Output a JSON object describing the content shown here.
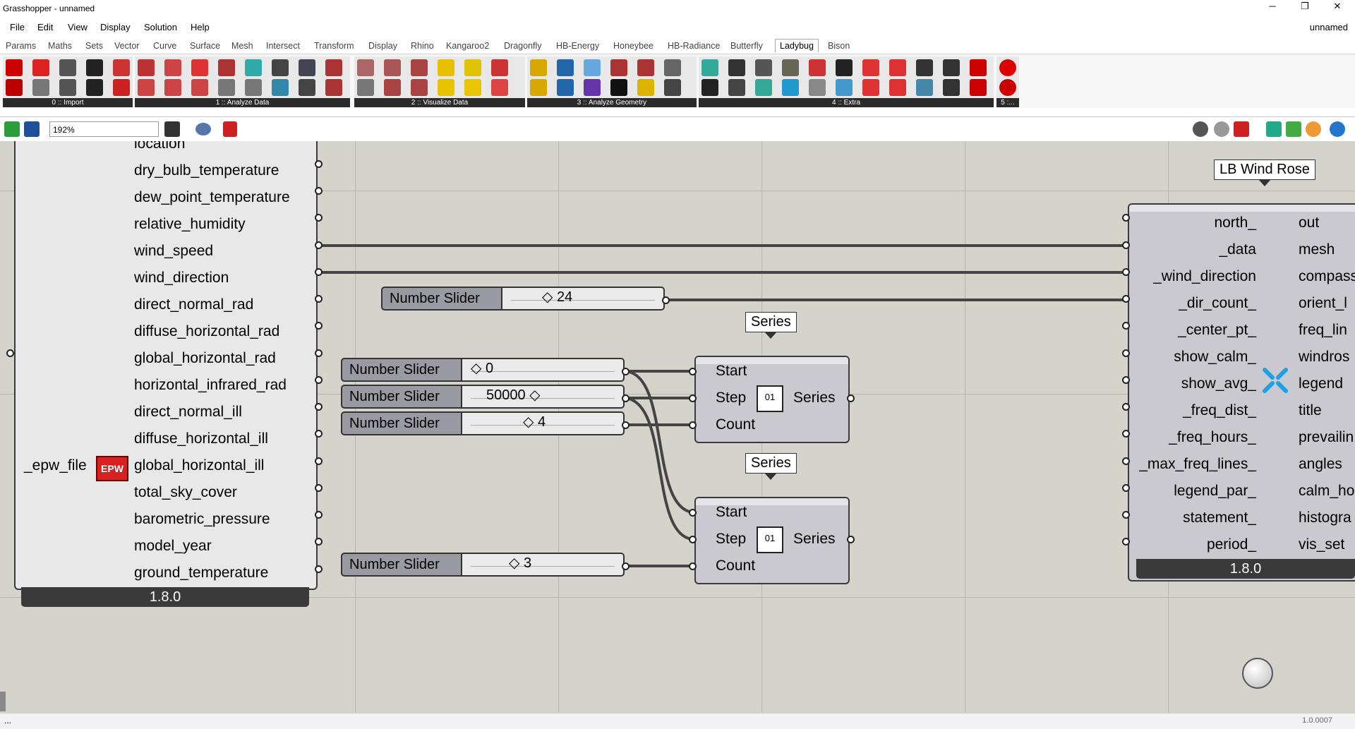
{
  "window": {
    "title": "Grasshopper - unnamed",
    "doc_name": "unnamed",
    "minimize": "─",
    "maximize": "❐",
    "close": "✕"
  },
  "menu": [
    "File",
    "Edit",
    "View",
    "Display",
    "Solution",
    "Help"
  ],
  "tabs": [
    "Params",
    "Maths",
    "Sets",
    "Vector",
    "Curve",
    "Surface",
    "Mesh",
    "Intersect",
    "Transform",
    "Display",
    "Rhino",
    "Kangaroo2",
    "Dragonfly",
    "HB-Energy",
    "Honeybee",
    "HB-Radiance",
    "Butterfly",
    "Ladybug",
    "Bison"
  ],
  "active_tab": "Ladybug",
  "ribbon_groups": [
    "0 :: Import",
    "1 :: Analyze Data",
    "2 :: Visualize Data",
    "3 :: Analyze Geometry",
    "4 :: Extra",
    "5 :..."
  ],
  "zoom": "192%",
  "epw_component": {
    "input": "_epw_file",
    "icon_text": "EPW",
    "outputs": [
      "location",
      "dry_bulb_temperature",
      "dew_point_temperature",
      "relative_humidity",
      "wind_speed",
      "wind_direction",
      "direct_normal_rad",
      "diffuse_horizontal_rad",
      "global_horizontal_rad",
      "horizontal_infrared_rad",
      "direct_normal_ill",
      "diffuse_horizontal_ill",
      "global_horizontal_ill",
      "total_sky_cover",
      "barometric_pressure",
      "model_year",
      "ground_temperature"
    ],
    "version": "1.8.0"
  },
  "sliders": [
    {
      "label": "Number Slider",
      "value": "◇ 24"
    },
    {
      "label": "Number Slider",
      "value": "◇ 0"
    },
    {
      "label": "Number Slider",
      "value": "50000 ◇"
    },
    {
      "label": "Number Slider",
      "value": "◇ 4"
    },
    {
      "label": "Number Slider",
      "value": "◇ 3"
    }
  ],
  "series_components": [
    {
      "caption": "Series",
      "inputs": [
        "Start",
        "Step",
        "Count"
      ],
      "output": "Series"
    },
    {
      "caption": "Series",
      "inputs": [
        "Start",
        "Step",
        "Count"
      ],
      "output": "Series"
    }
  ],
  "wind_rose": {
    "caption": "LB Wind Rose",
    "inputs": [
      "north_",
      "_data",
      "_wind_direction",
      "_dir_count_",
      "_center_pt_",
      "show_calm_",
      "show_avg_",
      "_freq_dist_",
      "_freq_hours_",
      "_max_freq_lines_",
      "legend_par_",
      "statement_",
      "period_"
    ],
    "outputs": [
      "out",
      "mesh",
      "compass",
      "orient_l",
      "freq_lin",
      "windros",
      "legend",
      "title",
      "prevailin",
      "angles",
      "calm_ho",
      "histogra",
      "vis_set"
    ],
    "version": "1.8.0"
  },
  "status": {
    "left": "...",
    "version": "1.0.0007"
  },
  "colors": {
    "canvas": "#d4d4cc",
    "component": "#c9c9cf",
    "ribbon_caption": "#2b2b2b"
  }
}
